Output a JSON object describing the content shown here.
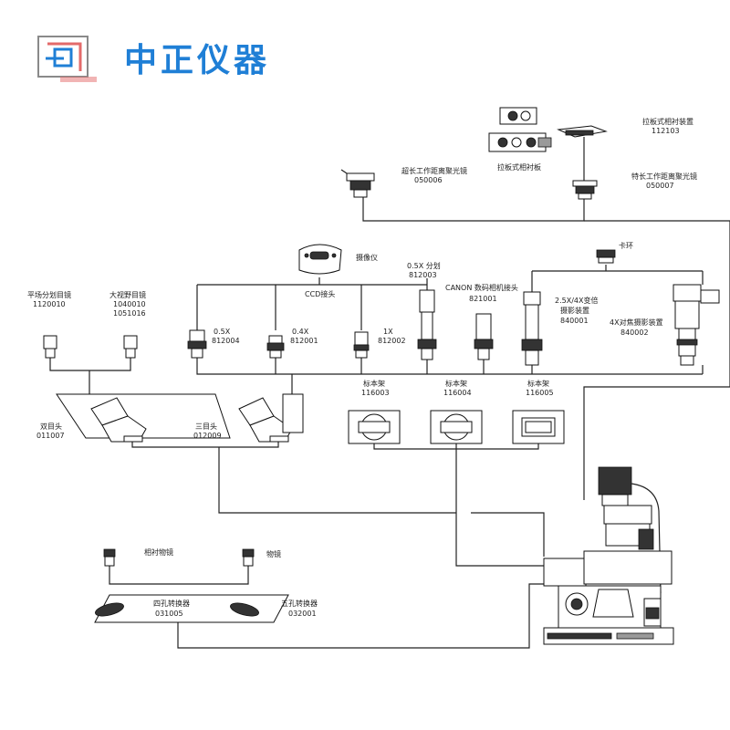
{
  "brand": {
    "name": "中正仪器",
    "colors": {
      "blue": "#1f7fd6",
      "red": "#e36a6a",
      "grey": "#8a8a8a"
    }
  },
  "labels": {
    "lasai_device_name": "拉板式相衬装置",
    "lasai_device_code": "112103",
    "lasai_plate": "拉板式相衬板",
    "ultra_long_name": "超长工作距离聚光镜",
    "ultra_long_code": "050006",
    "extra_long_name": "特长工作距离聚光镜",
    "extra_long_code": "050007",
    "camera": "摄像仪",
    "ccd": "CCD接头",
    "split_name": "0.5X 分划",
    "split_code": "812003",
    "canon_name": "CANON 数码相机接头",
    "canon_code": "821001",
    "clamp": "卡环",
    "zoom_name": "2.5X/4X变倍",
    "zoom_name2": "摄影装置",
    "zoom_code": "840001",
    "focus4x_name": "4X对焦摄影装置",
    "focus4x_code": "840002",
    "flat_field_name": "平场分划目镜",
    "flat_field_code": "1120010",
    "wide_field_name": "大视野目镜",
    "wide_field_code1": "1040010",
    "wide_field_code2": "1051016",
    "adapter_05_name": "0.5X",
    "adapter_05_code": "812004",
    "adapter_04_name": "0.4X",
    "adapter_04_code": "812001",
    "adapter_1_name": "1X",
    "adapter_1_code": "812002",
    "binocular_name": "双目头",
    "binocular_code": "011007",
    "trinocular_name": "三目头",
    "trinocular_code": "012009",
    "holder1_name": "标本架",
    "holder1_code": "116003",
    "holder2_name": "标本架",
    "holder2_code": "116004",
    "holder3_name": "标本架",
    "holder3_code": "116005",
    "phase_objective": "相衬物镜",
    "objective": "物镜",
    "nosepiece4_name": "四孔转换器",
    "nosepiece4_code": "031005",
    "nosepiece5_name": "五孔转换器",
    "nosepiece5_code": "032001"
  }
}
